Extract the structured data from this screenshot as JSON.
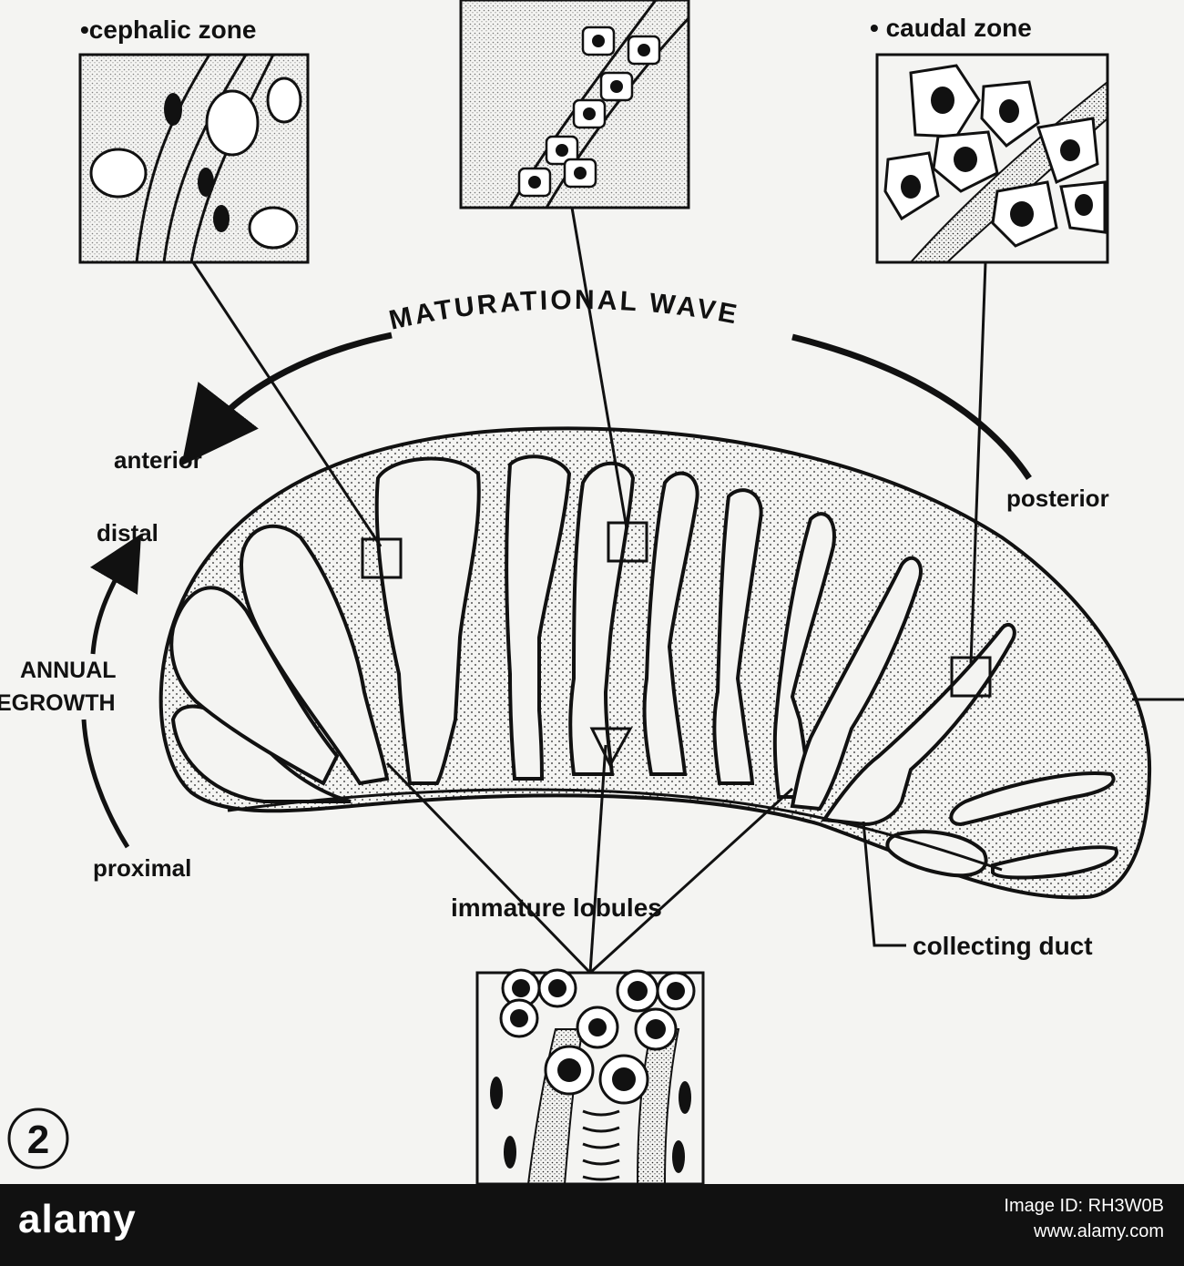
{
  "figure": {
    "number": "2",
    "labels": {
      "cephalic_zone": "•cephalic zone",
      "caudal_zone": "• caudal zone",
      "maturational_wave": "MATURATIONAL WAVE",
      "anterior": "anterior",
      "posterior": "posterior",
      "distal": "distal",
      "annual_line1": "ANNUAL",
      "annual_line2": "EGROWTH",
      "proximal": "proximal",
      "immature_lobules": "immature lobules",
      "collecting_duct": "collecting duct"
    }
  },
  "watermark": {
    "logo": "alamy",
    "image_id": "Image ID: RH3W0B",
    "url": "www.alamy.com"
  },
  "colors": {
    "ink": "#111111",
    "paper": "#f4f4f2",
    "bar": "#111111"
  }
}
